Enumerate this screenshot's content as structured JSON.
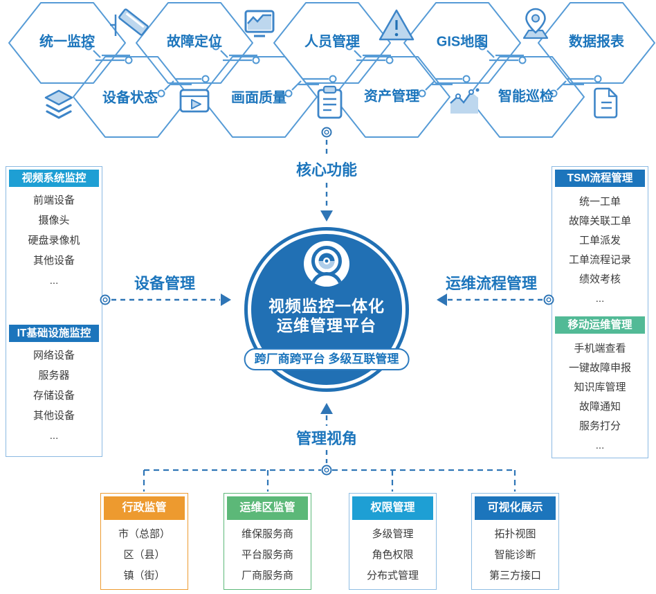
{
  "hexagons": [
    {
      "label": "统一监控"
    },
    {
      "label": "设备状态"
    },
    {
      "label": "故障定位"
    },
    {
      "label": "画面质量"
    },
    {
      "label": "人员管理"
    },
    {
      "label": "资产管理"
    },
    {
      "label": "GIS地图"
    },
    {
      "label": "智能巡检"
    },
    {
      "label": "数据报表"
    }
  ],
  "center": {
    "top_label": "核心功能",
    "title_line1": "视频监控一体化",
    "title_line2": "运维管理平台",
    "badge": "跨厂商跨平台 多级互联管理"
  },
  "arrows": {
    "left_label": "设备管理",
    "right_label": "运维流程管理",
    "bottom_label": "管理视角"
  },
  "left_panel": {
    "sections": [
      {
        "title": "视频系统监控",
        "color": "#1E9FD4",
        "items": [
          "前端设备",
          "摄像头",
          "硬盘录像机",
          "其他设备",
          "..."
        ]
      },
      {
        "title": "IT基础设施监控",
        "color": "#1C75BC",
        "items": [
          "网络设备",
          "服务器",
          "存储设备",
          "其他设备",
          "..."
        ]
      }
    ]
  },
  "right_panel": {
    "sections": [
      {
        "title": "TSM流程管理",
        "color": "#1C75BC",
        "items": [
          "统一工单",
          "故障关联工单",
          "工单派发",
          "工单流程记录",
          "绩效考核",
          "..."
        ]
      },
      {
        "title": "移动运维管理",
        "color": "#52BA96",
        "items": [
          "手机端查看",
          "一键故障申报",
          "知识库管理",
          "故障通知",
          "服务打分",
          "..."
        ]
      }
    ]
  },
  "bottom_boxes": [
    {
      "title": "行政监管",
      "header_color": "#ED9A2F",
      "border_color": "#ED9A2F",
      "items": [
        "市（总部）",
        "区（县）",
        "镇（街）"
      ]
    },
    {
      "title": "运维区监管",
      "header_color": "#5CB878",
      "border_color": "#5CB878",
      "items": [
        "维保服务商",
        "平台服务商",
        "厂商服务商"
      ]
    },
    {
      "title": "权限管理",
      "header_color": "#1E9FD4",
      "border_color": "#8FBEE4",
      "items": [
        "多级管理",
        "角色权限",
        "分布式管理"
      ]
    },
    {
      "title": "可视化展示",
      "header_color": "#1C75BC",
      "border_color": "#8FBEE4",
      "items": [
        "拓扑视图",
        "智能诊断",
        "第三方接口"
      ]
    }
  ],
  "colors": {
    "primary_blue": "#1C75BC",
    "cyan": "#1E9FD4",
    "green": "#5CB878",
    "teal_green": "#52BA96",
    "orange": "#ED9A2F",
    "circle_fill": "#2170B4",
    "hex_stroke": "#569BD6",
    "dash_blue": "#2E75B6",
    "icon_light_fill": "#BDD7EE",
    "panel_border": "#8AB9E2"
  },
  "icons": [
    "cctv-camera",
    "layers",
    "monitor-chart",
    "video-player",
    "warning-triangle",
    "clipboard",
    "map-pin",
    "area-chart",
    "document",
    "webcam",
    "connector-node"
  ]
}
